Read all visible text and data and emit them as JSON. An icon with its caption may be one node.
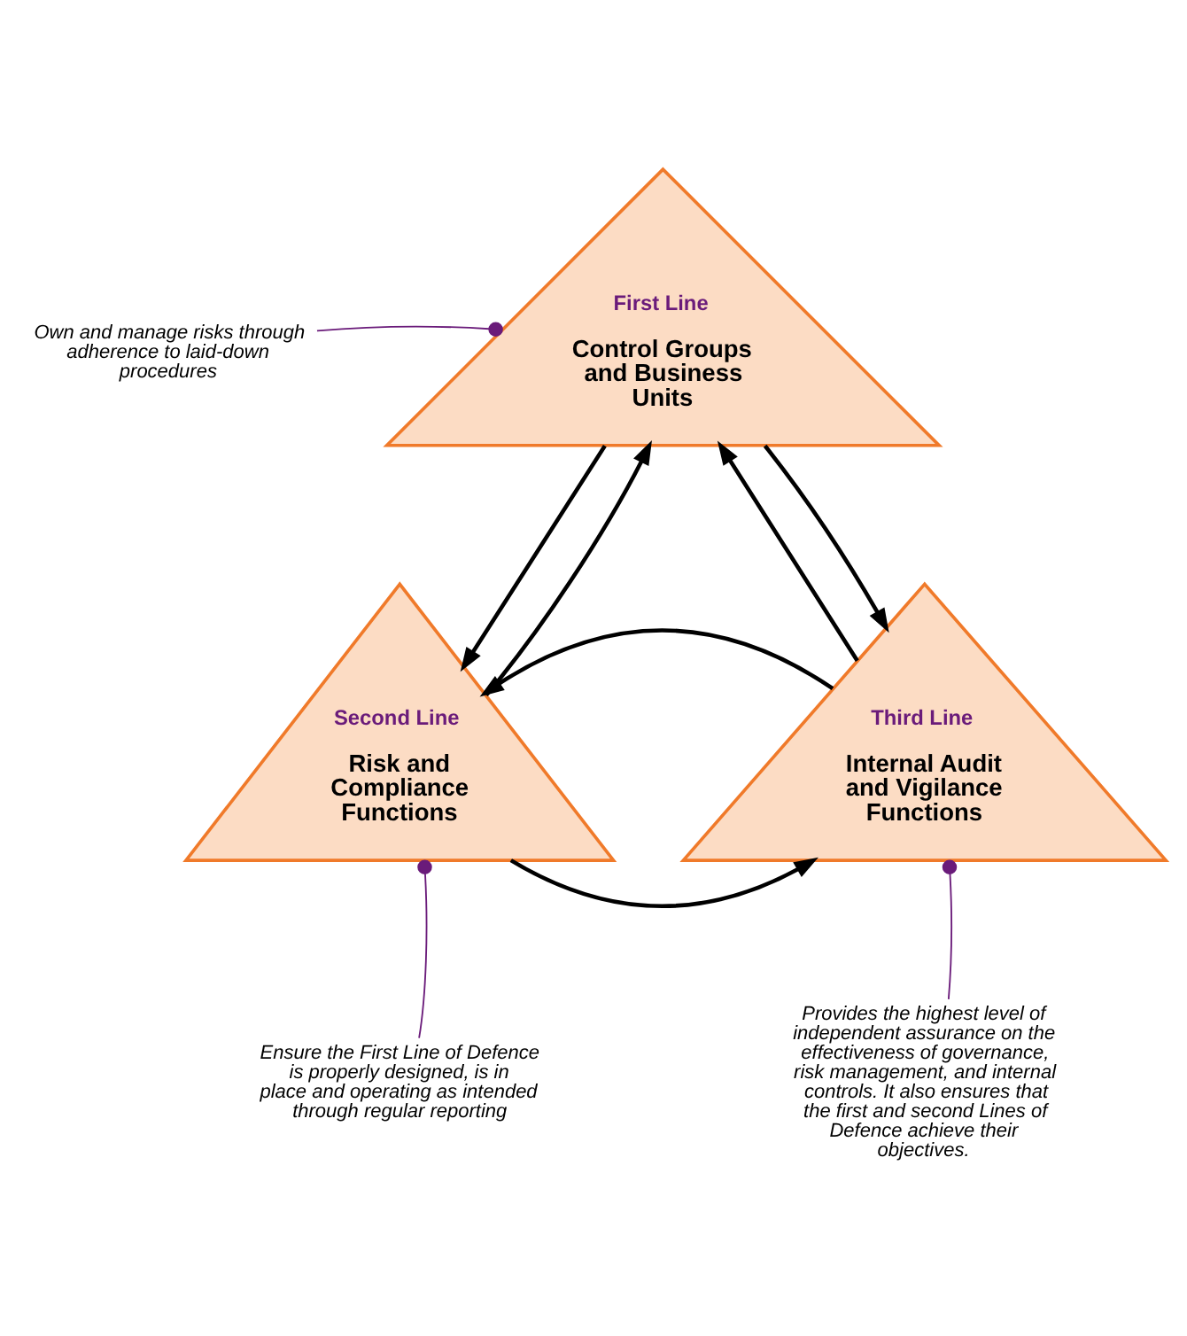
{
  "diagram": {
    "nodes": [
      {
        "text": [
          "First Line",
          "Control Groups and Business Units"
        ]
      },
      {
        "text": [
          "Second Line",
          "Risk and Compliance Functions"
        ]
      },
      {
        "text": [
          "Third Line",
          "Internal Audit and Vigilance Functions"
        ]
      },
      {
        "text": [
          "Own and manage risks through adherence to laid-down procedures"
        ]
      },
      {
        "text": [
          "Ensure the First Line of Defence is properly designed, is in place and operating as intended through regular reporting"
        ]
      },
      {
        "text": [
          "Provides the highest level of independent assurance on the effectiveness of governance, risk management, and internal controls. It also ensures that the first and second Lines of Defence achieve their objectives."
        ]
      }
    ],
    "edges": [
      {
        "from": 0,
        "to": 1,
        "arrow": "to"
      },
      {
        "from": 1,
        "to": 0,
        "arrow": "to"
      },
      {
        "from": 2,
        "to": 0,
        "arrow": "to"
      },
      {
        "from": 0,
        "to": 2,
        "arrow": "to"
      },
      {
        "from": 1,
        "to": 2,
        "arrow": "to"
      },
      {
        "from": 2,
        "to": 1,
        "arrow": "to"
      },
      {
        "from": 3,
        "to": 0,
        "arrow": "other",
        "color": "#6a1b7a"
      },
      {
        "from": 4,
        "to": 1,
        "arrow": "other",
        "color": "#6a1b7a"
      },
      {
        "from": 5,
        "to": 2,
        "arrow": "other",
        "color": "#6a1b7a"
      }
    ]
  }
}
